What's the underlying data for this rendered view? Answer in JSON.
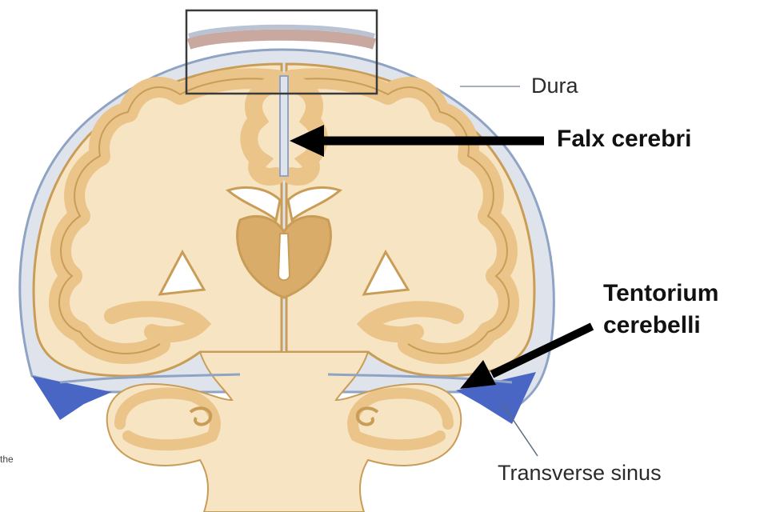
{
  "labels": {
    "dura": "Dura",
    "falx": "Falx cerebri",
    "tentorium_line1": "Tentorium",
    "tentorium_line2": "cerebelli",
    "transverse": "Transverse sinus",
    "edge_text": "the"
  },
  "colors": {
    "brain": "#f7e4c2",
    "cortex": "#eac489",
    "cortex_stroke": "#c99d57",
    "dura": "#8fa4c4",
    "csf": "#dfe4ec",
    "sinus": "#4a66c4",
    "frame": "#3a3a3a",
    "arrow": "#000000"
  }
}
